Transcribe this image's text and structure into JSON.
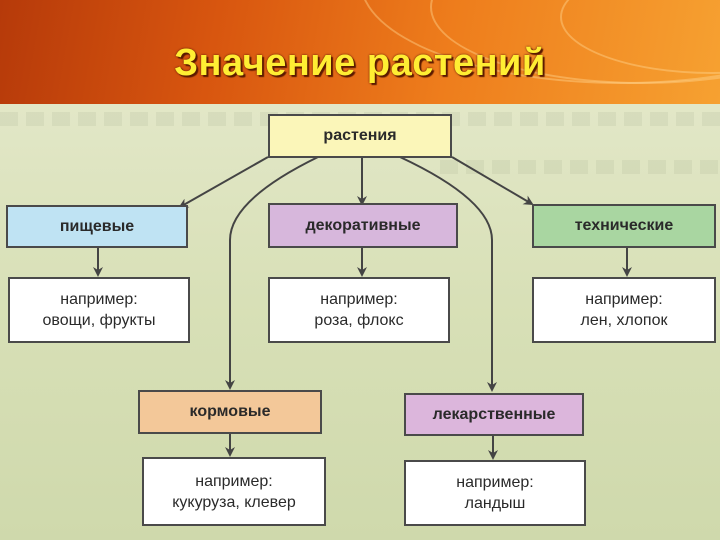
{
  "title": "Значение растений",
  "diagram": {
    "root": {
      "label": "растения",
      "color": "#fbf6b9"
    },
    "categories": [
      {
        "key": "food",
        "label": "пищевые",
        "color": "#bfe3f3",
        "example_line1": "например:",
        "example_line2": "овощи, фрукты"
      },
      {
        "key": "decorative",
        "label": "декоративные",
        "color": "#d7b7dc",
        "example_line1": "например:",
        "example_line2": "роза, флокс"
      },
      {
        "key": "technical",
        "label": "технические",
        "color": "#a9d6a1",
        "example_line1": "например:",
        "example_line2": "лен, хлопок"
      },
      {
        "key": "fodder",
        "label": "кормовые",
        "color": "#f3c899",
        "example_line1": "например:",
        "example_line2": "кукуруза, клевер"
      },
      {
        "key": "medicinal",
        "label": "лекарственные",
        "color": "#dcb6dc",
        "example_line1": "например:",
        "example_line2": "ландыш"
      }
    ]
  }
}
